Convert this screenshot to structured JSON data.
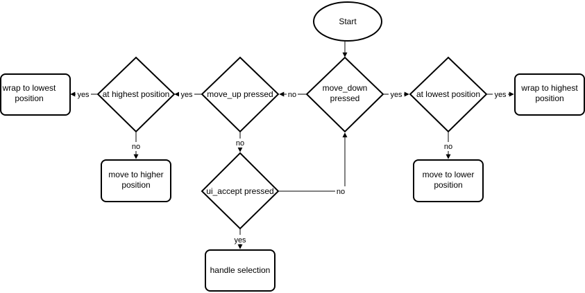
{
  "nodes": {
    "start": {
      "text": [
        "Start"
      ]
    },
    "move_down": {
      "text": [
        "move_down",
        "pressed"
      ]
    },
    "move_up": {
      "text": [
        "move_up pressed"
      ]
    },
    "at_highest": {
      "text": [
        "at highest position"
      ]
    },
    "wrap_lowest": {
      "text": [
        "wrap to lowest",
        "position"
      ]
    },
    "move_higher": {
      "text": [
        "move to higher",
        "position"
      ]
    },
    "ui_accept": {
      "text": [
        "ui_accept pressed"
      ]
    },
    "handle_sel": {
      "text": [
        "handle selection"
      ]
    },
    "at_lowest": {
      "text": [
        "at lowest position"
      ]
    },
    "wrap_highest": {
      "text": [
        "wrap to highest",
        "position"
      ]
    },
    "move_lower": {
      "text": [
        "move to lower",
        "position"
      ]
    }
  },
  "edges": {
    "down_no": "no",
    "down_yes": "yes",
    "up_yes": "yes",
    "up_no": "no",
    "highest_yes": "yes",
    "highest_no": "no",
    "lowest_yes": "yes",
    "lowest_no": "no",
    "accept_no": "no",
    "accept_yes": "yes"
  }
}
